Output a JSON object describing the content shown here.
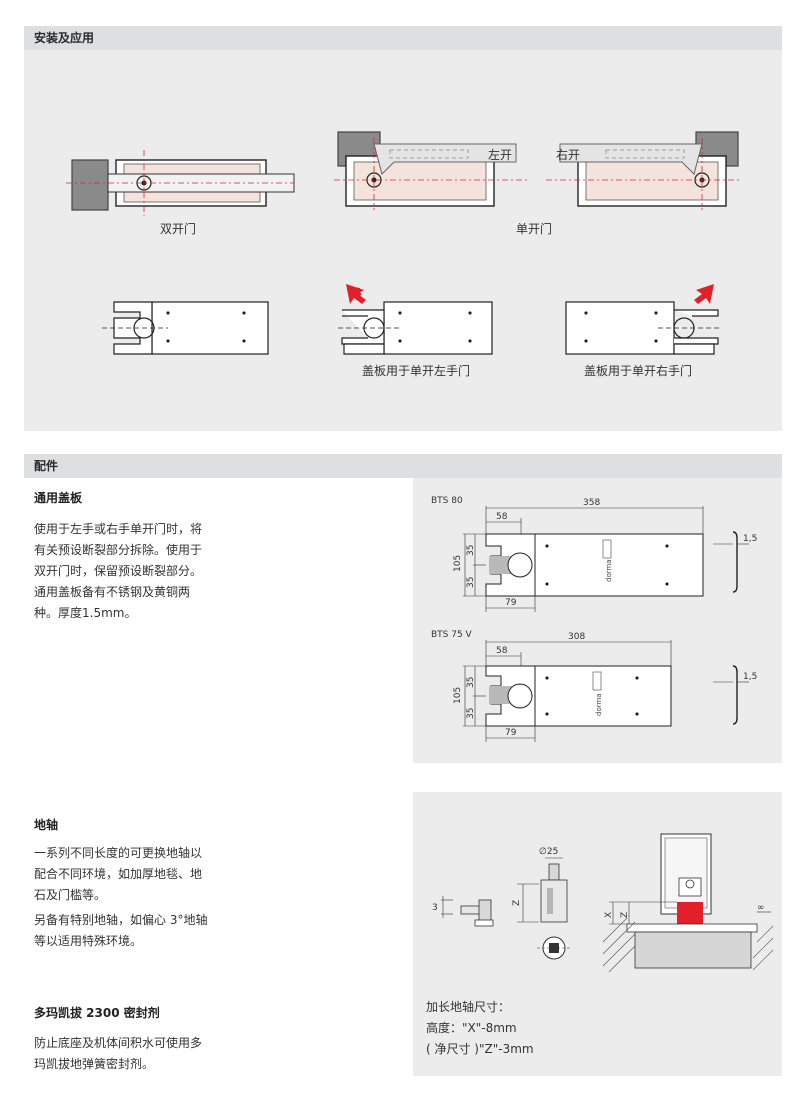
{
  "install": {
    "header": "安装及应用",
    "caption_double": "双开门",
    "caption_single": "单开门",
    "label_left_open": "左开",
    "label_right_open": "右开",
    "caption_cover_left": "盖板用于单开左手门",
    "caption_cover_right": "盖板用于单开右手门"
  },
  "accessories": {
    "header": "配件",
    "cover_plate": {
      "title": "通用盖板",
      "text": "使用于左手或右手单开门时，将有关预设断裂部分拆除。使用于双开门时，保留预设断裂部分。通用盖板备有不锈钢及黄铜两种。厚度1.5mm。"
    },
    "bts80": {
      "label": "BTS 80",
      "dim_total": "358",
      "dim_58": "58",
      "dim_79": "79",
      "dim_105": "105",
      "dim_35a": "35",
      "dim_35b": "35",
      "dim_thk": "1,5"
    },
    "bts75": {
      "label": "BTS 75 V",
      "dim_total": "308",
      "dim_58": "58",
      "dim_79": "79",
      "dim_105": "105",
      "dim_35a": "35",
      "dim_35b": "35",
      "dim_thk": "1,5"
    },
    "brand_mark": "dorma",
    "spindle": {
      "title": "地轴",
      "text1": "一系列不同长度的可更换地轴以配合不同环境，如加厚地毯、地石及门槛等。",
      "text2": "另备有特别地轴，如偏心 3°地轴等以适用特殊环境。",
      "dim_3": "3",
      "dim_z": "Z",
      "dim_d25": "∅25",
      "dim_x": "X",
      "dim_z2": "Z",
      "dim_inf": "∞",
      "note_line1": "加长地轴尺寸：",
      "note_line2": "高度：\"X\"-8mm",
      "note_line3": "( 净尺寸 )\"Z\"-3mm"
    },
    "sealant": {
      "title": "多玛凯拔 2300 密封剂",
      "text": "防止底座及机体间积水可使用多玛凯拔地弹簧密封剂。"
    }
  },
  "colors": {
    "accent_red": "#e2202a",
    "panel_gray": "#ececec",
    "header_gray": "#dedfe0"
  }
}
